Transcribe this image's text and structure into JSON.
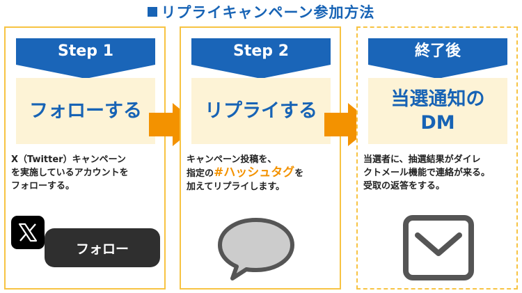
{
  "title": "リプライキャンペーン参加方法",
  "steps": [
    {
      "header": "Step 1",
      "panel": "フォローする",
      "desc": [
        "X（Twitter）キャンペーン",
        "を実施しているアカウントを",
        "フォローする。"
      ],
      "follow_button": "フォロー",
      "x_logo": "𝕏"
    },
    {
      "header": "Step 2",
      "panel": "リプライする",
      "desc_line1": "キャンペーン投稿を、",
      "desc_line2_pre": "指定の",
      "hashtag": "#ハッシュタグ",
      "desc_line2_post": "を",
      "desc_line3": "加えてリプライします。"
    },
    {
      "header": "終了後",
      "panel_line1": "当選通知の",
      "panel_line2": "DM",
      "desc": [
        "当選者に、抽選結果がダイレ",
        "クトメール機能で連絡が来る。",
        "受取の返答をする。"
      ]
    }
  ],
  "colors": {
    "title": "#1763b5",
    "header_blue": "#1a65b8",
    "panel_bg": "#fdf3d6",
    "card_border": "#f7c342",
    "arrow": "#f39200",
    "hashtag": "#f39200",
    "icon_gray": "#555555",
    "bubble_fill": "#cccccc"
  }
}
